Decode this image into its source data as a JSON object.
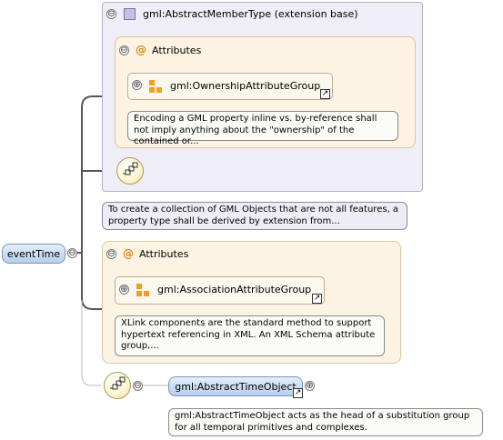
{
  "extension": {
    "title": "gml:AbstractMemberType (extension base)",
    "attributes_1": {
      "label": "Attributes",
      "group_ref": "gml:OwnershipAttributeGroup",
      "group_doc": "Encoding a GML property inline vs. by-reference shall not imply anything about the \"ownership\" of the contained or..."
    }
  },
  "extension_note": "To create a collection of GML Objects that are not all features, a property type shall be derived by extension from...",
  "root_element": "eventTime",
  "attributes_2": {
    "label": "Attributes",
    "group_ref": "gml:AssociationAttributeGroup",
    "group_doc": "XLink components are the standard method to support hypertext referencing in XML. An XML Schema attribute group,..."
  },
  "sequence_element": {
    "name": "gml:AbstractTimeObject",
    "doc": "gml:AbstractTimeObject acts as the head of a substitution group for all temporal primitives and complexes."
  },
  "symbols": {
    "collapse": "⊖",
    "expand": "⊕",
    "attribute_marker": "@"
  },
  "icons": [
    "complex-type-icon",
    "attribute-group-icon",
    "link-arrow-icon",
    "sequence-compositor-icon"
  ]
}
